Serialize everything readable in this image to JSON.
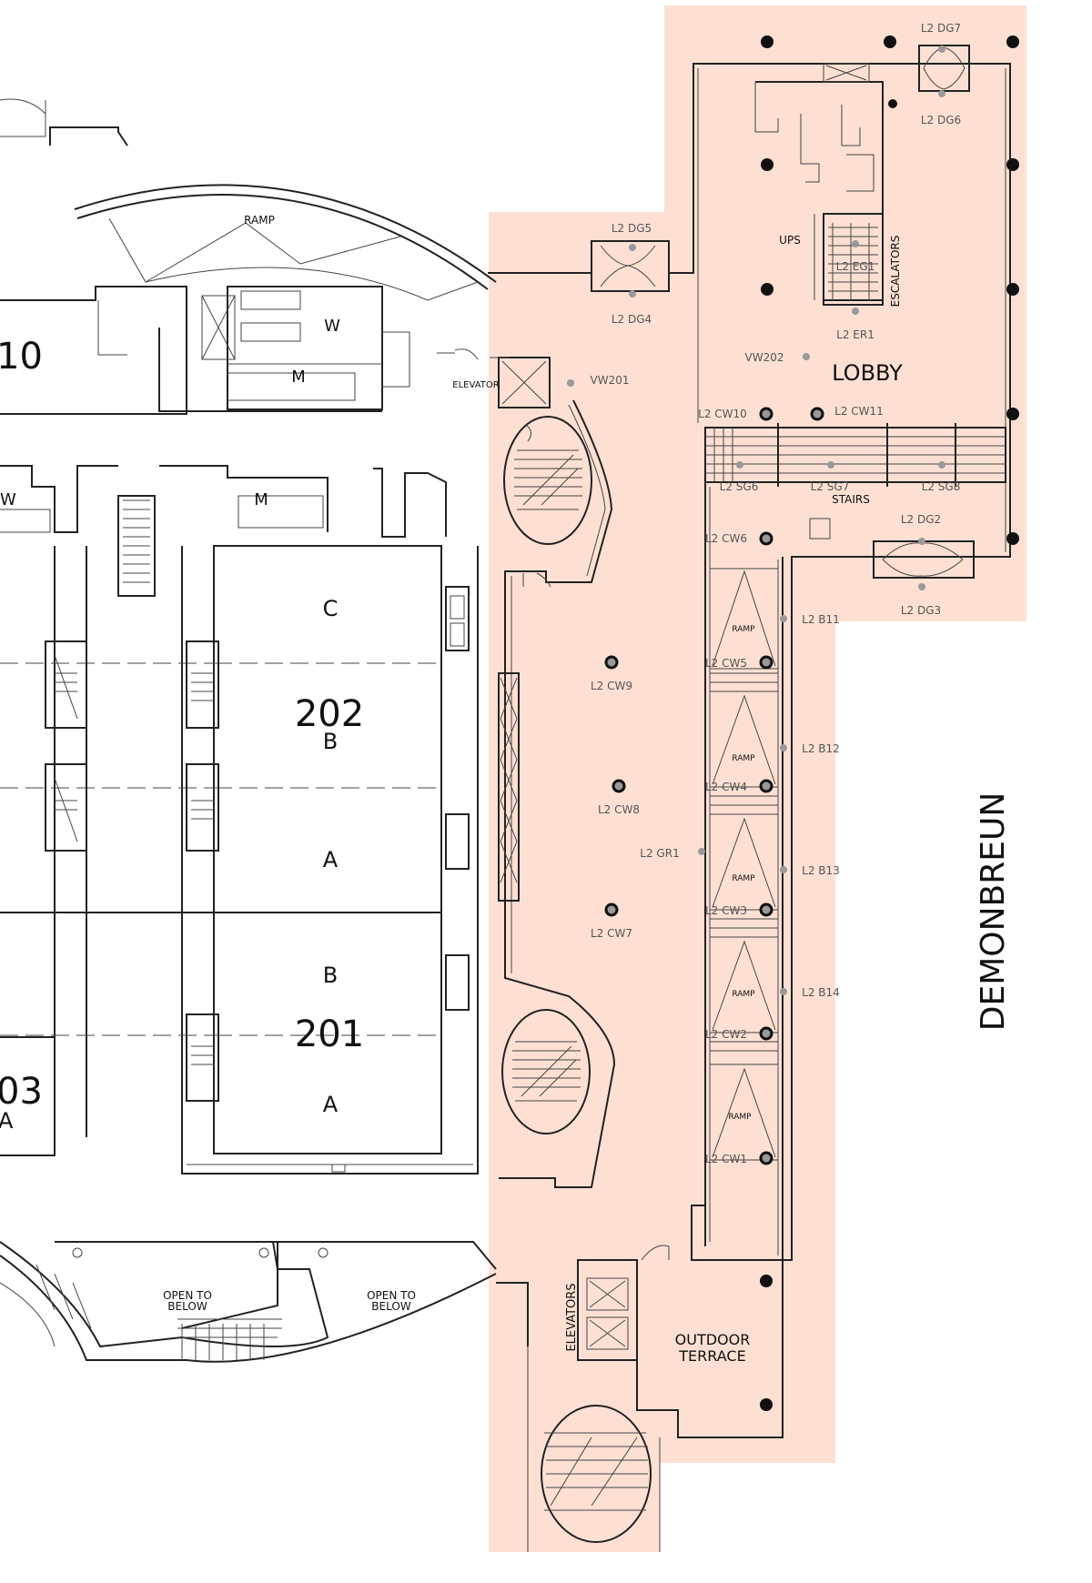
{
  "colors": {
    "highlight": "#fde0d3",
    "wall": "#222222",
    "marker": "#999999"
  },
  "rooms": {
    "r210": "10",
    "r202": "202",
    "r201": "201",
    "r203": "03",
    "sec_c": "C",
    "sec_b_upper": "B",
    "sec_a_upper": "A",
    "sec_b_lower": "B",
    "sec_a_lower": "A",
    "sec_a_left": "A",
    "w_upper": "W",
    "m_upper": "M",
    "m_lower": "M",
    "w_left": "W"
  },
  "areas": {
    "lobby": "LOBBY",
    "stairs": "STAIRS",
    "ups": "UPS",
    "escalators": "ESCALATORS",
    "elevator": "ELEVATOR",
    "elevators": "ELEVATORS",
    "outdoor_terrace_1": "OUTDOOR",
    "outdoor_terrace_2": "TERRACE",
    "open_below_1a": "OPEN TO",
    "open_below_1b": "BELOW",
    "open_below_2a": "OPEN TO",
    "open_below_2b": "BELOW",
    "ramp_top": "RAMP",
    "ramp_1": "RAMP",
    "ramp_2": "RAMP",
    "ramp_3": "RAMP",
    "ramp_4": "RAMP",
    "ramp_5": "RAMP",
    "street": "DEMONBREUN"
  },
  "markers": {
    "dg7": "L2 DG7",
    "dg6": "L2 DG6",
    "dg5": "L2 DG5",
    "dg4": "L2 DG4",
    "dg2": "L2 DG2",
    "dg3": "L2 DG3",
    "eg1": "L2 EG1",
    "er1": "L2 ER1",
    "vw202": "VW202",
    "vw201": "VW201",
    "cw10": "L2 CW10",
    "cw11": "L2 CW11",
    "sg6": "L2 SG6",
    "sg7": "L2 SG7",
    "sg8": "L2 SG8",
    "cw6": "L2 CW6",
    "b11": "L2 B11",
    "cw5": "L2 CW5",
    "cw9": "L2 CW9",
    "b12": "L2 B12",
    "cw4": "L2 CW4",
    "cw8": "L2 CW8",
    "gr1": "L2 GR1",
    "b13": "L2 B13",
    "cw3": "L2 CW3",
    "cw7": "L2 CW7",
    "b14": "L2 B14",
    "cw2": "L2 CW2",
    "cw1": "L2 CW1"
  }
}
